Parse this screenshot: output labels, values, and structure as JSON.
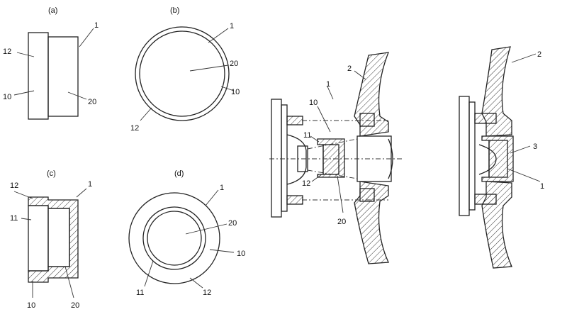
{
  "panels": {
    "a": {
      "caption": "(a)",
      "labels": {
        "part1": "1",
        "part12": "12",
        "part10": "10",
        "part20": "20"
      }
    },
    "b": {
      "caption": "(b)",
      "labels": {
        "part1": "1",
        "part20": "20",
        "part10": "10",
        "part12": "12"
      }
    },
    "c": {
      "caption": "(c)",
      "labels": {
        "part12": "12",
        "part1": "1",
        "part11": "11",
        "part10": "10",
        "part20": "20"
      }
    },
    "d": {
      "caption": "(d)",
      "labels": {
        "part1": "1",
        "part20": "20",
        "part10": "10",
        "part11": "11",
        "part12": "12"
      }
    }
  },
  "exploded": {
    "labels": {
      "part2": "2",
      "part10": "10",
      "part1": "1",
      "part11": "11",
      "part12": "12",
      "part20": "20"
    }
  },
  "assembled": {
    "labels": {
      "part2": "2",
      "part3": "3",
      "part1": "1"
    }
  }
}
